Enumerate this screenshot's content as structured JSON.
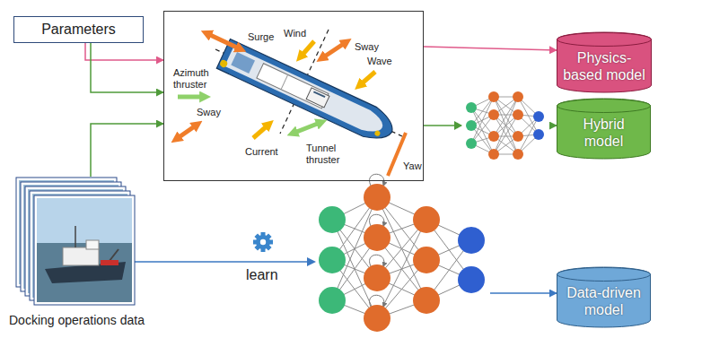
{
  "diagram": {
    "nodes": [
      {
        "text": [
          "Parameters"
        ]
      },
      {
        "text": [
          "Wind",
          "Surge",
          "Sway",
          "Wave",
          "Azimuth thruster",
          "Sway",
          "Current",
          "Tunnel thruster",
          "Yaw"
        ]
      },
      {
        "text": [
          "Docking operations data"
        ]
      },
      {
        "text": [
          "Physics-based model"
        ]
      },
      {
        "text": [
          "Hybrid model"
        ]
      },
      {
        "text": [
          "Data-driven model"
        ]
      }
    ],
    "edges": [
      {
        "from": 0,
        "to": 1,
        "arrow": "to"
      },
      {
        "from": 0,
        "to": 1,
        "arrow": "to"
      },
      {
        "from": 2,
        "to": 1,
        "arrow": "to"
      },
      {
        "from": 1,
        "to": 3,
        "arrow": "to"
      },
      {
        "from": 1,
        "to": 4,
        "arrow": "to"
      },
      {
        "from": 2,
        "to": 5,
        "label": "learn",
        "arrow": "to"
      }
    ]
  }
}
